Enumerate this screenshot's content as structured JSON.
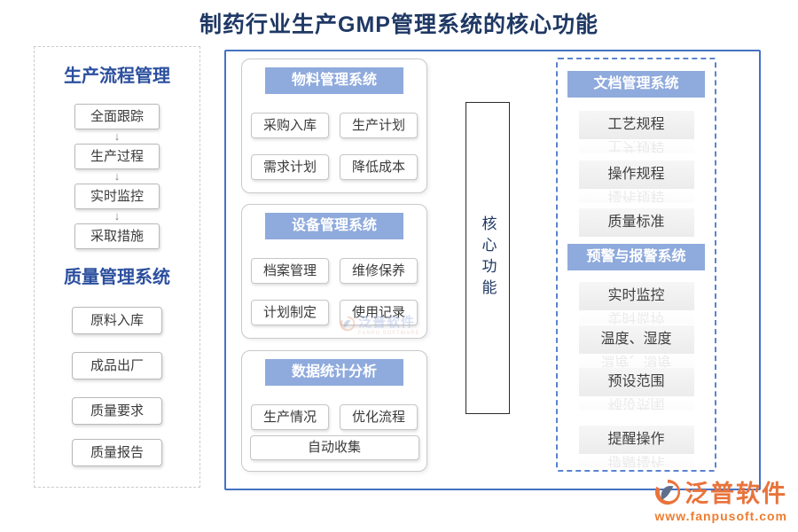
{
  "title": "制药行业生产GMP管理系统的核心功能",
  "colors": {
    "accent_blue": "#4472C4",
    "panel_dash_blue": "#5B83CF",
    "header_fill": "#8FAADC",
    "section_header_blue": "#2B4F9E",
    "title_navy": "#1F3864",
    "brand_orange": "#ED7D31"
  },
  "sidebar": {
    "flow": {
      "title": "生产流程管理",
      "steps": [
        "全面跟踪",
        "生产过程",
        "实时监控",
        "采取措施"
      ]
    },
    "quality": {
      "title": "质量管理系统",
      "items": [
        "原料入库",
        "成品出厂",
        "质量要求",
        "质量报告"
      ]
    }
  },
  "center": {
    "groups": [
      {
        "title": "物料管理系统",
        "items": [
          "采购入库",
          "生产计划",
          "需求计划",
          "降低成本"
        ]
      },
      {
        "title": "设备管理系统",
        "items": [
          "档案管理",
          "维修保养",
          "计划制定",
          "使用记录"
        ]
      },
      {
        "title": "数据统计分析",
        "items": [
          "生产情况",
          "优化流程"
        ],
        "wide_item": "自动收集"
      }
    ],
    "core_label": "核心功能"
  },
  "right_panel": {
    "sections": [
      {
        "title": "文档管理系统",
        "items": [
          "工艺规程",
          "操作规程",
          "质量标准"
        ]
      },
      {
        "title": "预警与报警系统",
        "items": [
          "实时监控",
          "温度、湿度",
          "预设范围",
          "提醒操作"
        ]
      }
    ]
  },
  "watermark": {
    "brand": "泛普软件",
    "brand_en": "FANPU SOFTWARE"
  },
  "footer": {
    "brand": "泛普软件",
    "url": "www.fanpusoft.com"
  }
}
